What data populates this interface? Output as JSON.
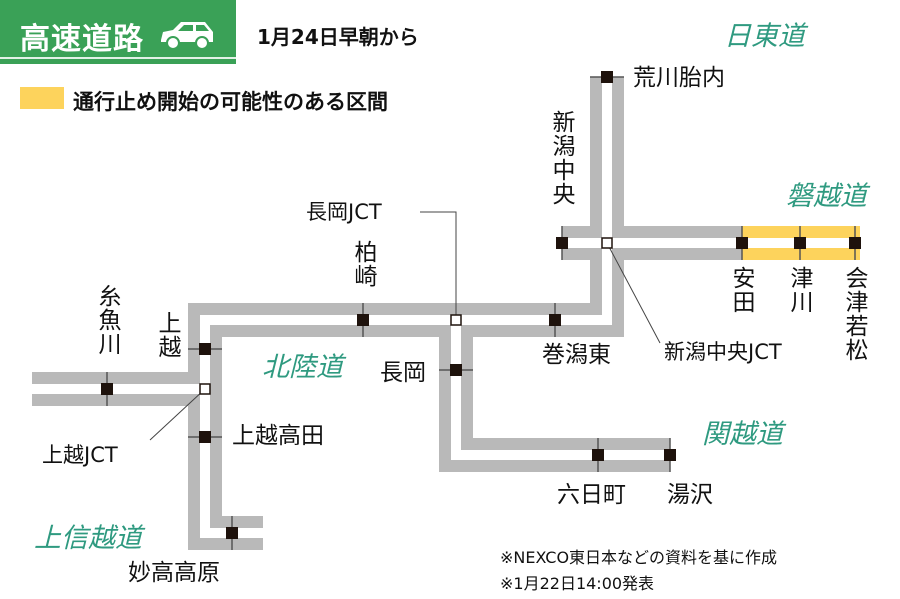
{
  "header": {
    "title": "高速道路",
    "icon": "car-icon",
    "date": "1月24日早朝から"
  },
  "legend": {
    "label": "通行止め開始の可能性のある区間",
    "color": "#fdd35c"
  },
  "colors": {
    "header_bg": "#3aa157",
    "road": "#b9b9b9",
    "closure": "#fdd35c",
    "road_name": "#2f9a80"
  },
  "road_names": {
    "nitto": "日東道",
    "banetsu": "磐越道",
    "hokuriku": "北陸道",
    "kanetsu": "関越道",
    "joshinetsu": "上信越道"
  },
  "interchanges": {
    "itoigawa": "糸魚川",
    "joetsu": "上越",
    "joetsu_jct": "上越JCT",
    "joetsu_takada": "上越高田",
    "myoko_kogen": "妙高高原",
    "kashiwazaki": "柏崎",
    "nagaoka_jct": "長岡JCT",
    "nagaoka": "長岡",
    "makigata_higashi": "巻潟東",
    "niigata_chuo": "新潟中央",
    "niigata_chuo_jct": "新潟中央JCT",
    "araikawa_tainai": "荒川胎内",
    "yasuda": "安田",
    "tsugawa": "津川",
    "aizuwakamatsu": "会津若松",
    "muikamachi": "六日町",
    "yuzawa": "湯沢"
  },
  "notes": [
    "※NEXCO東日本などの資料を基に作成",
    "※1月22日14:00発表"
  ]
}
